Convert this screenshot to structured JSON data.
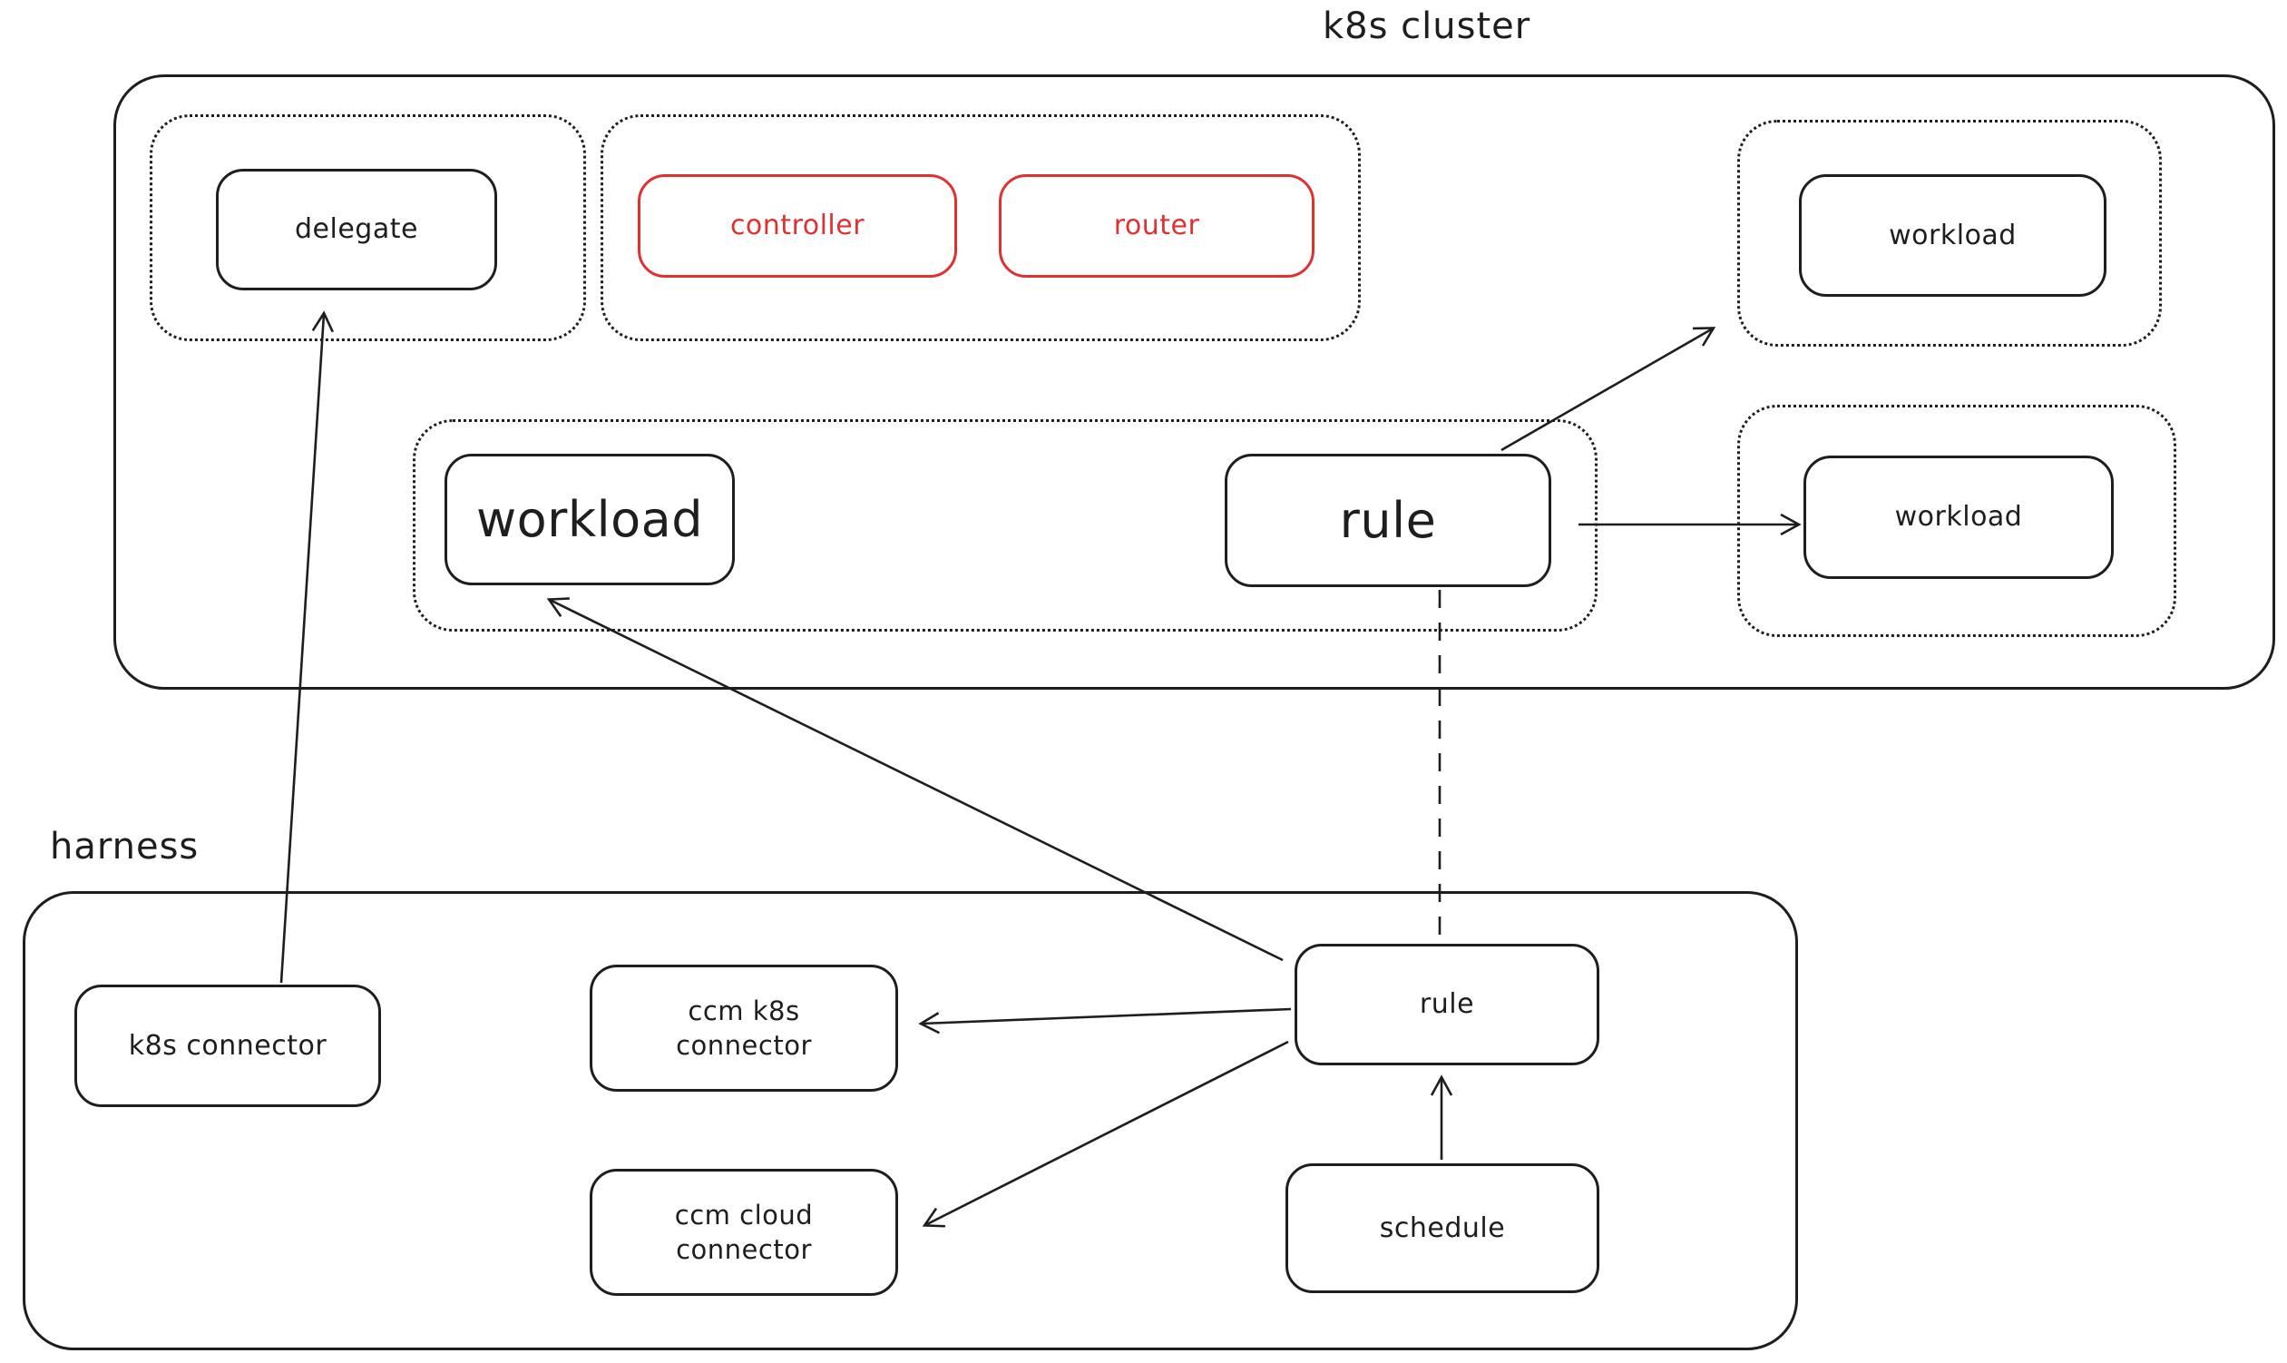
{
  "diagram": {
    "background": "#ffffff",
    "stroke_color": "#1e1e1e",
    "accent_color": "#e03131"
  },
  "groups": {
    "k8s_cluster": {
      "label": "k8s cluster"
    },
    "harness": {
      "label": "harness"
    }
  },
  "nodes": {
    "delegate": {
      "label": "delegate",
      "color": "black"
    },
    "controller": {
      "label": "controller",
      "color": "red"
    },
    "router": {
      "label": "router",
      "color": "red"
    },
    "workload_top_right": {
      "label": "workload",
      "color": "black"
    },
    "workload_main": {
      "label": "workload",
      "color": "black"
    },
    "rule_k8s": {
      "label": "rule",
      "color": "black"
    },
    "workload_right": {
      "label": "workload",
      "color": "black"
    },
    "k8s_connector": {
      "label": "k8s connector",
      "color": "black"
    },
    "ccm_k8s_connector": {
      "line1": "ccm k8s",
      "line2": "connector",
      "color": "black"
    },
    "ccm_cloud_connector": {
      "line1": "ccm cloud",
      "line2": "connector",
      "color": "black"
    },
    "rule_harness": {
      "label": "rule",
      "color": "black"
    },
    "schedule": {
      "label": "schedule",
      "color": "black"
    }
  },
  "edges": [
    {
      "from": "k8s_connector",
      "to": "delegate",
      "style": "solid",
      "arrowhead": "end"
    },
    {
      "from": "rule_harness",
      "to": "workload_main",
      "style": "solid",
      "arrowhead": "end"
    },
    {
      "from": "rule_harness",
      "to": "rule_k8s",
      "style": "dashed",
      "arrowhead": "none"
    },
    {
      "from": "rule_k8s",
      "to": "workload_top_right",
      "style": "solid",
      "arrowhead": "end"
    },
    {
      "from": "rule_k8s",
      "to": "workload_right",
      "style": "solid",
      "arrowhead": "end"
    },
    {
      "from": "rule_harness",
      "to": "ccm_k8s_connector",
      "style": "solid",
      "arrowhead": "end"
    },
    {
      "from": "rule_harness",
      "to": "ccm_cloud_connector",
      "style": "solid",
      "arrowhead": "end"
    },
    {
      "from": "schedule",
      "to": "rule_harness",
      "style": "solid",
      "arrowhead": "end"
    }
  ]
}
